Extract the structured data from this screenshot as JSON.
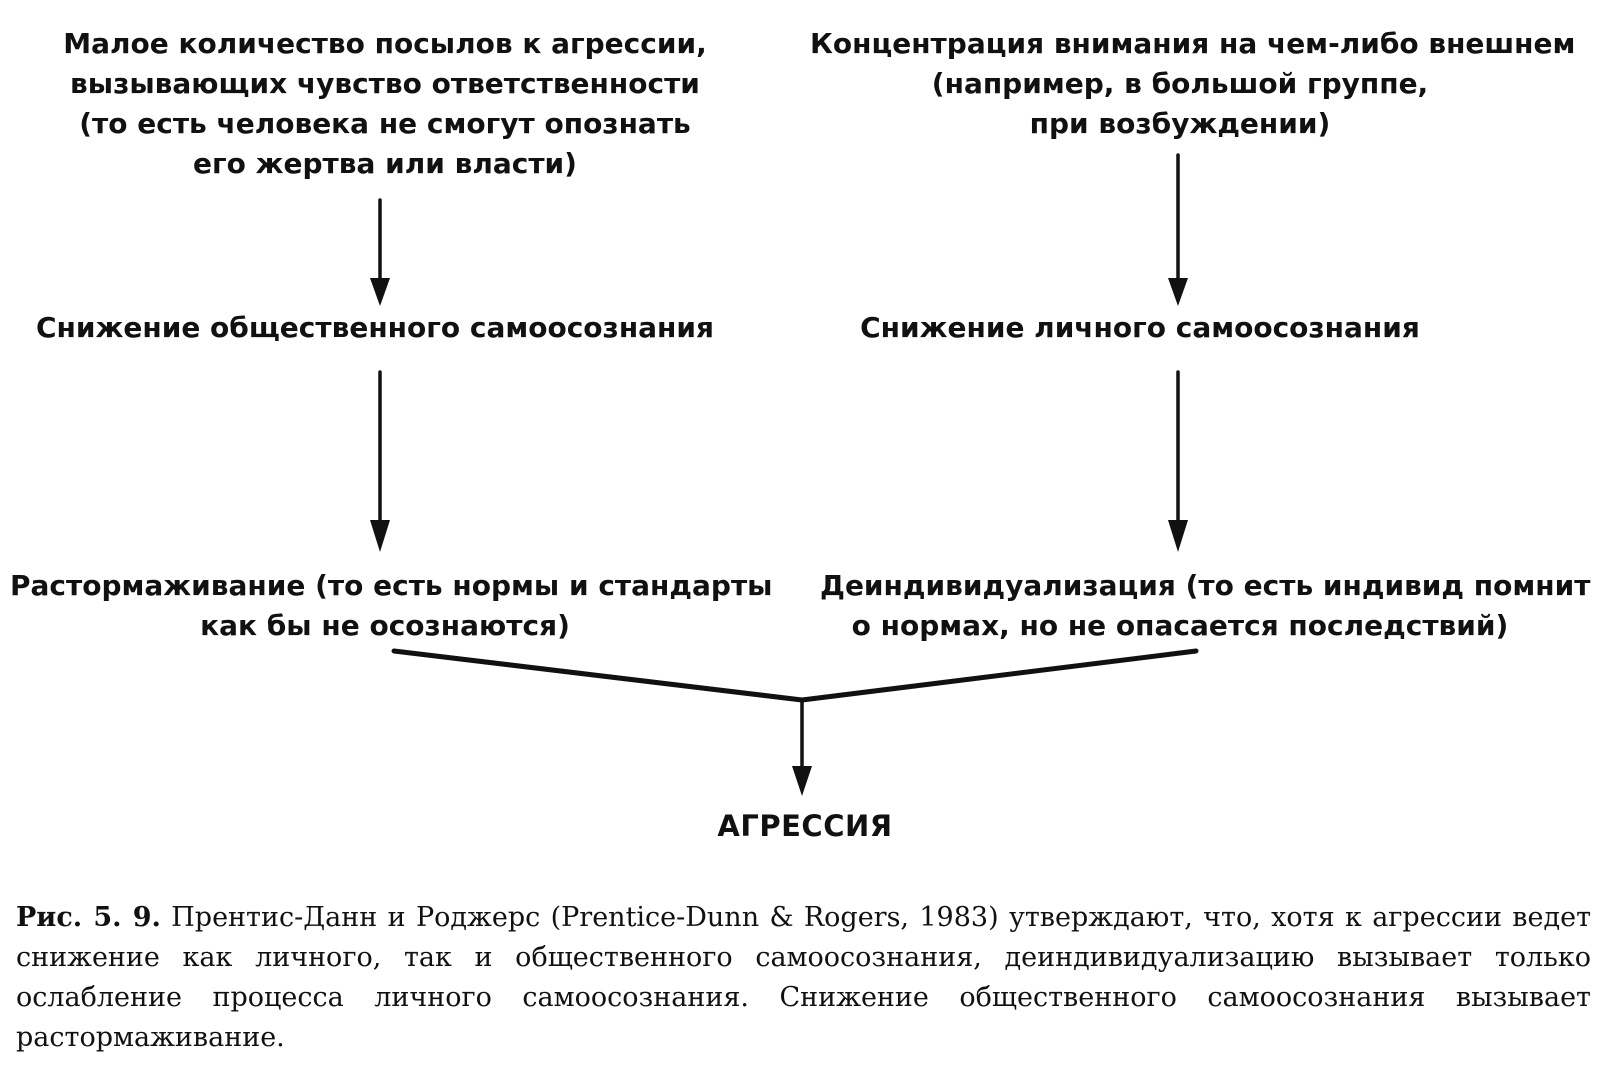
{
  "nodes": {
    "top_left": [
      "Малое количество посылов к агрессии,",
      "вызывающих чувство ответственности",
      "(то есть человека не смогут опознать",
      "его жертва или власти)"
    ],
    "top_right": [
      "Концентрация внимания на чем-либо внешнем",
      "(например, в большой группе,",
      "при возбуждении)"
    ],
    "mid_left": [
      "Снижение общественного самоосознания"
    ],
    "mid_right": [
      "Снижение личного самоосознания"
    ],
    "bottom_left": [
      "Растормаживание (то есть нормы и стандарты",
      "как бы не осознаются)"
    ],
    "bottom_right": [
      "Деиндивидуализация (то есть индивид помнит",
      "о нормах, но не опасается последствий)"
    ],
    "outcome": [
      "АГРЕССИЯ"
    ]
  },
  "caption": {
    "label": "Рис. 5. 9.",
    "text": "Прентис-Данн и Роджерс (Prentice-Dunn & Rogers, 1983) утверждают, что, хотя к агрессии ведет снижение как личного, так и общественного самоосознания, деиндивидуализацию вызывает только ослабление процесса личного самоосознания. Снижение общественного самоосознания вызывает растормаживание."
  },
  "colors": {
    "ink": "#111111",
    "background": "#ffffff"
  }
}
